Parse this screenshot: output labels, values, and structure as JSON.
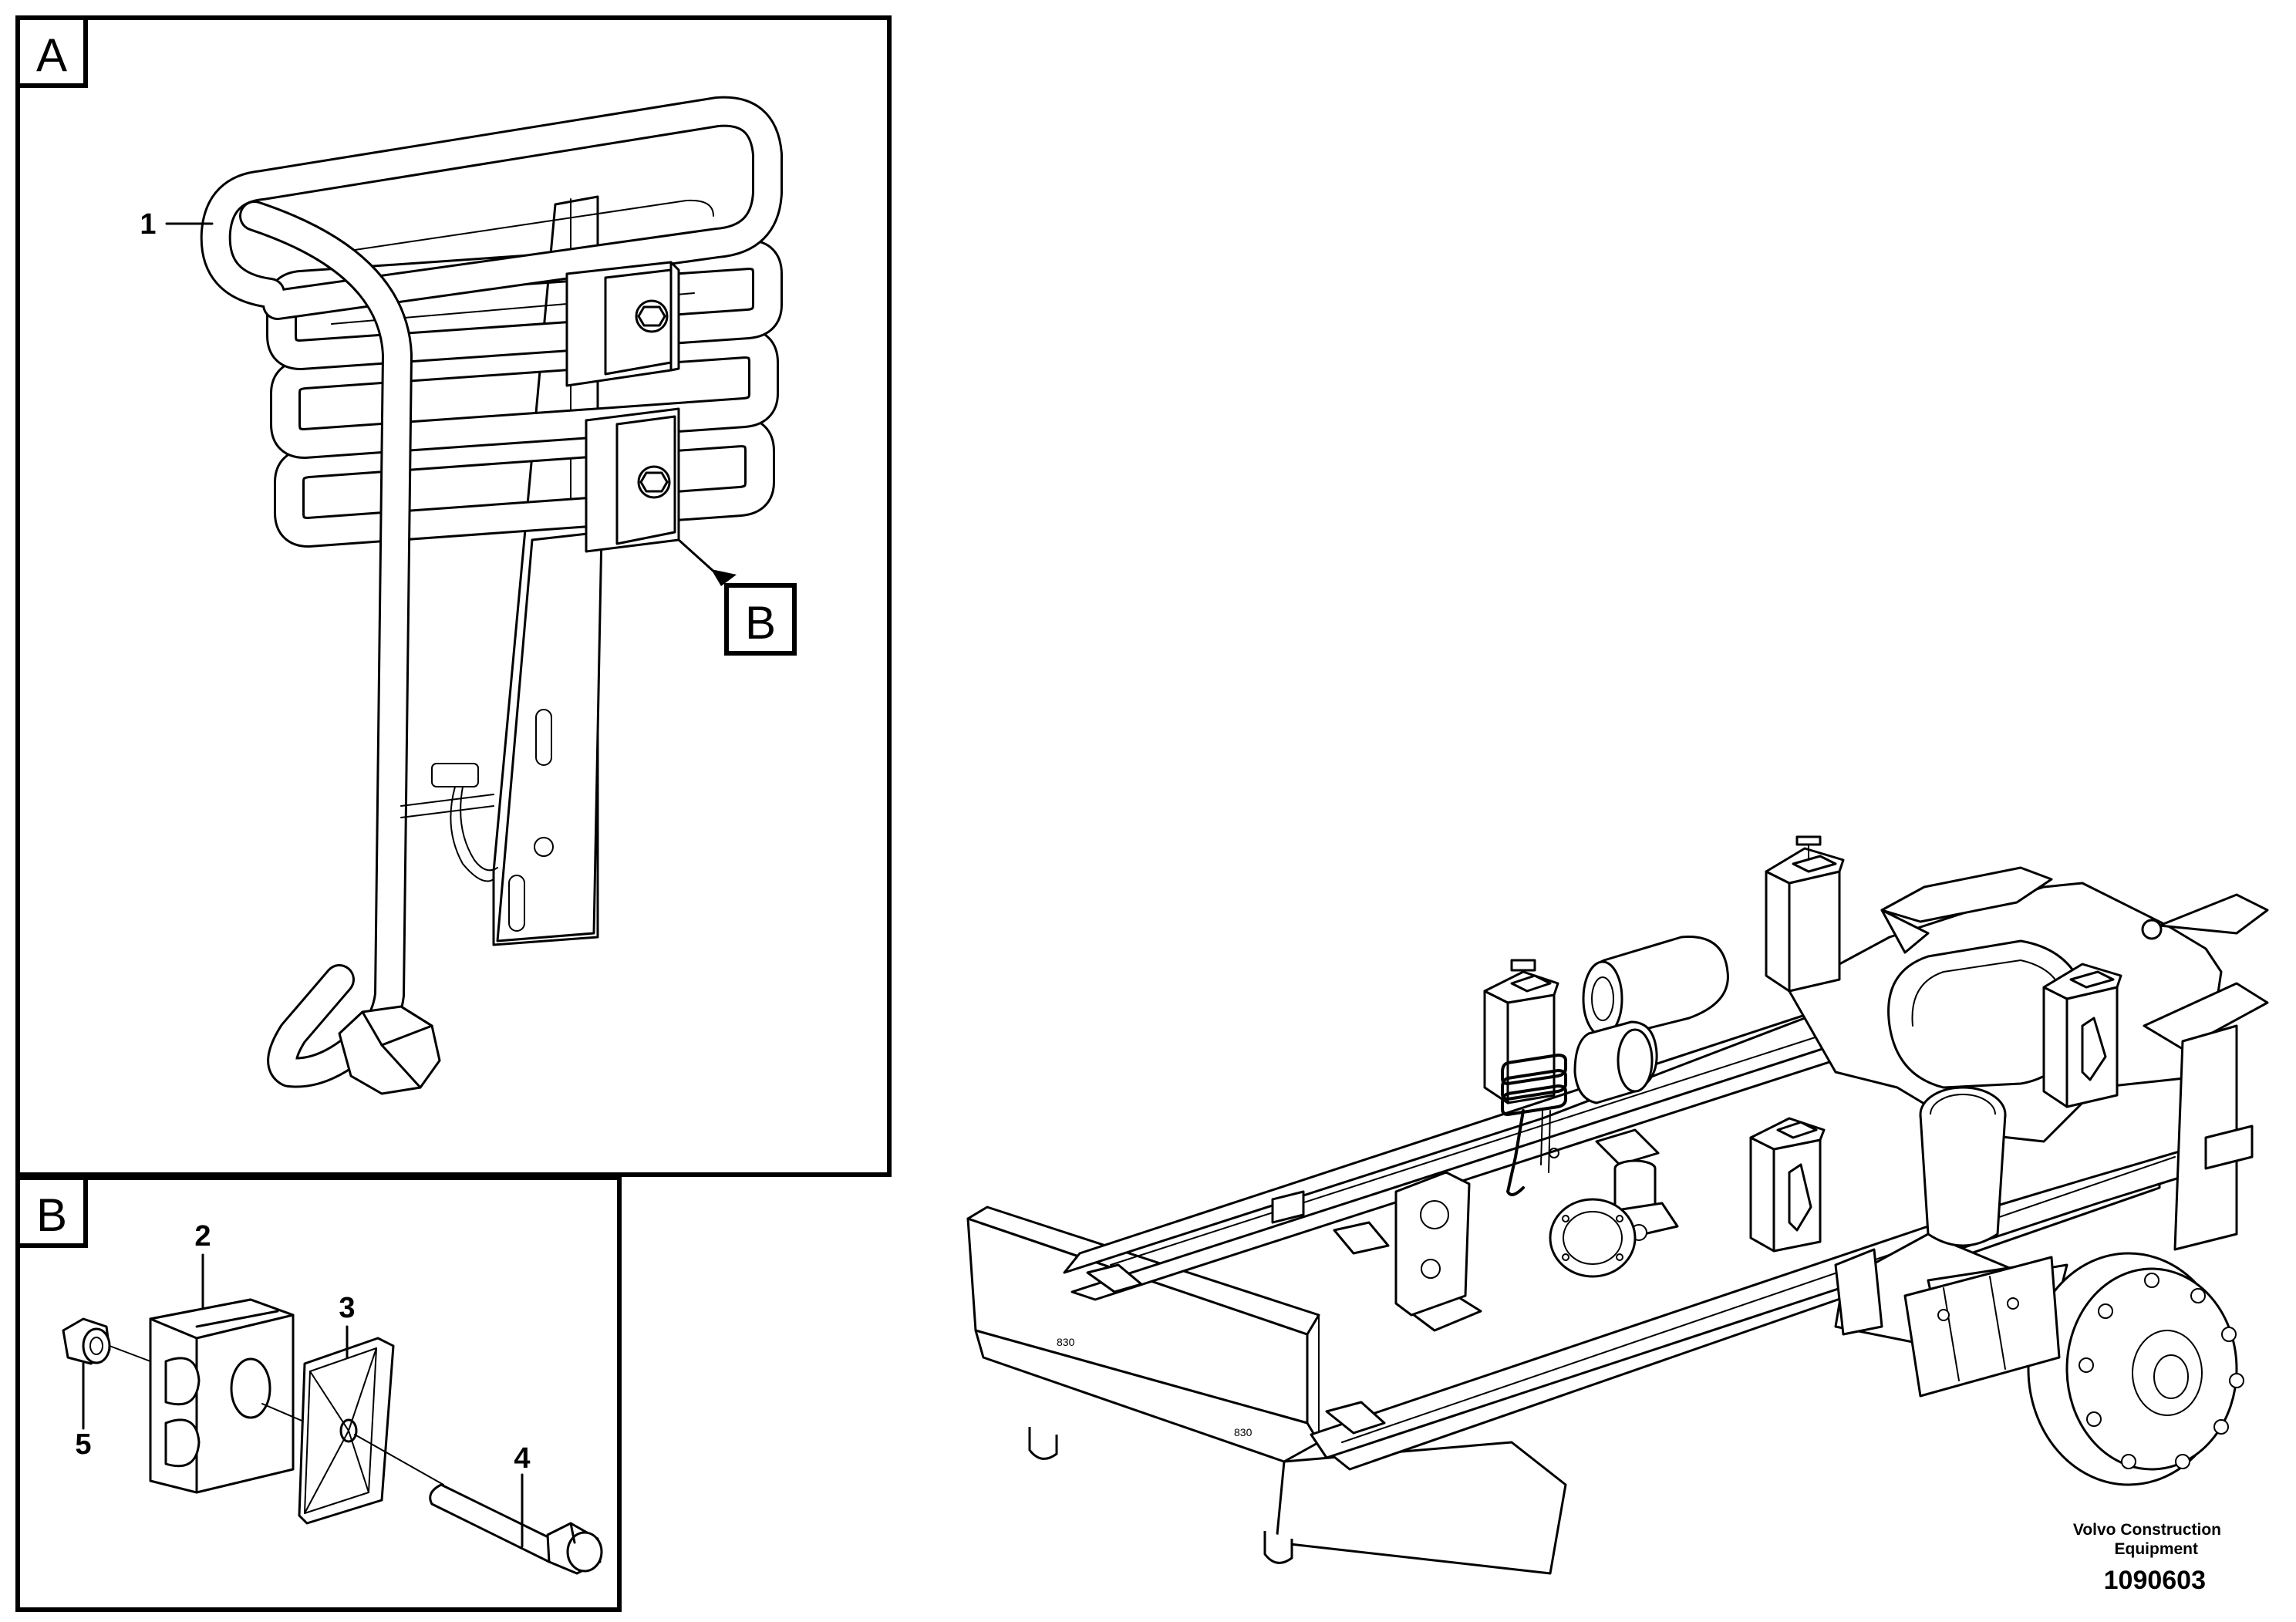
{
  "panel_a": {
    "tag": "A",
    "callout_tag": "B"
  },
  "panel_b": {
    "tag": "B"
  },
  "callouts": {
    "c1": "1",
    "c2": "2",
    "c3": "3",
    "c4": "4",
    "c5": "5"
  },
  "footer": {
    "brand_line1": "Volvo Construction",
    "brand_line2": "Equipment",
    "doc_number": "1090603"
  }
}
